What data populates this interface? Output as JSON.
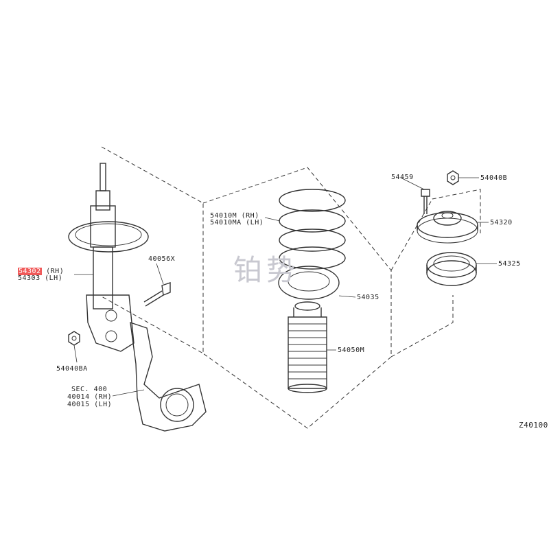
{
  "watermark": "铂势",
  "diagram_code": "Z40100",
  "callouts": {
    "strut_rh_code": "54302",
    "strut_rh_side": "(RH)",
    "strut_lh_code": "54303",
    "strut_lh_side": "(LH)",
    "bolt": "40056X",
    "nut_lower": "54040BA",
    "sec": "SEC. 400",
    "knuckle_rh": "40014 (RH)",
    "knuckle_lh": "40015 (LH)",
    "spring_rh": "54010M (RH)",
    "spring_lh": "54010MA (LH)",
    "seat": "54035",
    "boot": "54050M",
    "bolt_small": "54459",
    "nut_top": "54040B",
    "mount": "54320",
    "bearing": "54325"
  }
}
